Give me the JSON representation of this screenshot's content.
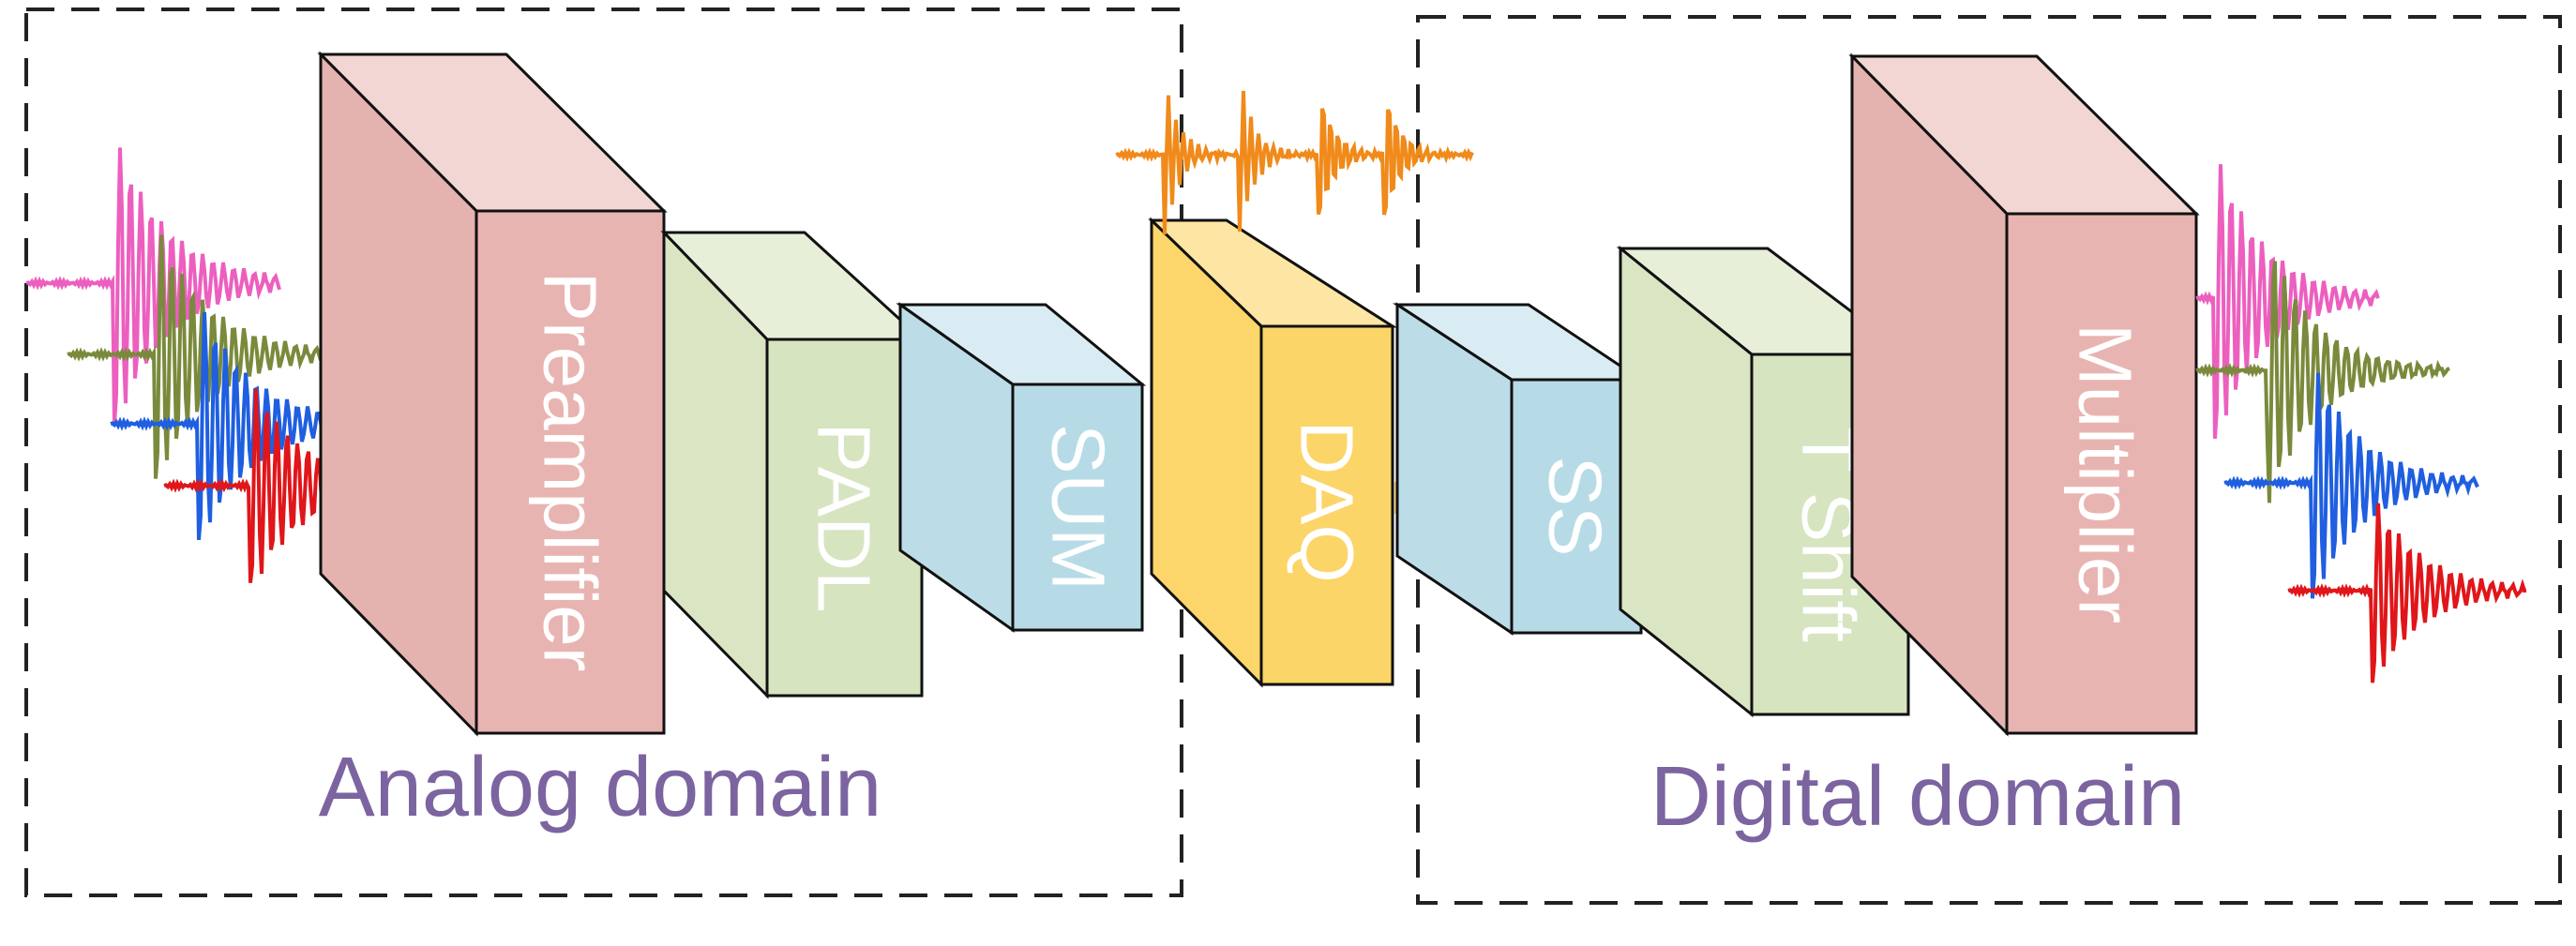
{
  "colors": {
    "red_front": "#e8b4b1",
    "red_side": "#e4b3b0",
    "red_top": "#f2d6d4",
    "green_front": "#d6e4c0",
    "green_side": "#d9e5c3",
    "green_top": "#e8efd9",
    "blue_front": "#b7dbe6",
    "blue_side": "#bcdde8",
    "blue_top": "#d9ecf3",
    "yellow_front": "#fcd568",
    "yellow_side": "#fcd66a",
    "yellow_top": "#fde6a3",
    "arrow_blue": "#9fcfdc",
    "arrow_yellow": "#f6d27a",
    "domain_text": "#7b64a0",
    "dashed_border": "#222222",
    "signal_pink": "#ec5fbf",
    "signal_olive": "#7a8a3c",
    "signal_blue": "#1f5fe0",
    "signal_red": "#e0161a",
    "signal_orange": "#f08a1a"
  },
  "blocks": {
    "preamplifier": "Preamplifier",
    "padl": "PADL",
    "sum": "SUM",
    "daq": "DAQ",
    "ss": "SS",
    "t_shift": "T Shift",
    "multiplier": "Multiplier"
  },
  "domains": {
    "analog": "Analog domain",
    "digital": "Digital domain"
  }
}
